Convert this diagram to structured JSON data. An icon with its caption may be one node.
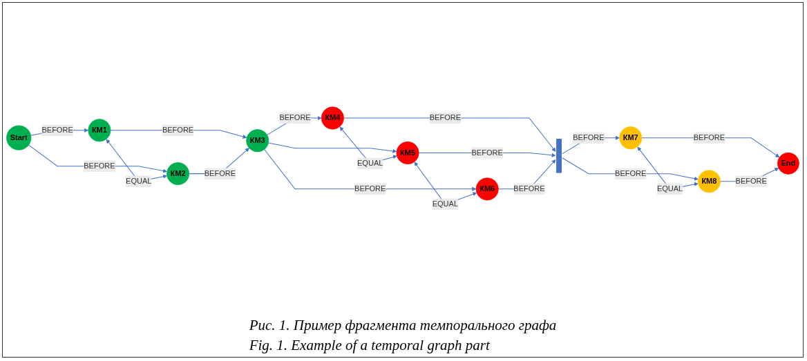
{
  "diagram": {
    "caption": "Рис. 1. Пример фрагмента темпорального графа",
    "nodes": [
      {
        "text": [
          "Start"
        ]
      },
      {
        "text": [
          "КМ1"
        ]
      },
      {
        "text": [
          "КМ2"
        ]
      },
      {
        "text": [
          "КМ3"
        ]
      },
      {
        "text": [
          "КМ4"
        ]
      },
      {
        "text": [
          "КМ5"
        ]
      },
      {
        "text": [
          "КМ6"
        ]
      },
      {
        "text": [],
        "shape": "bar"
      },
      {
        "text": [
          "КМ7"
        ]
      },
      {
        "text": [
          "КМ8"
        ]
      },
      {
        "text": [
          "End"
        ]
      }
    ],
    "edges": [
      {
        "from": 0,
        "to": 1,
        "arrow": "to",
        "label": "BEFORE"
      },
      {
        "from": 0,
        "to": 2,
        "arrow": "to",
        "label": "BEFORE"
      },
      {
        "from": 1,
        "to": 2,
        "arrow": "both",
        "label": "EQUAL"
      },
      {
        "from": 1,
        "to": 3,
        "arrow": "to",
        "label": "BEFORE"
      },
      {
        "from": 2,
        "to": 3,
        "arrow": "to",
        "label": "BEFORE"
      },
      {
        "from": 3,
        "to": 4,
        "arrow": "to",
        "label": "BEFORE"
      },
      {
        "from": 3,
        "to": 5,
        "arrow": "to"
      },
      {
        "from": 3,
        "to": 6,
        "arrow": "to",
        "label": "BEFORE"
      },
      {
        "from": 4,
        "to": 5,
        "arrow": "both",
        "label": "EQUAL"
      },
      {
        "from": 5,
        "to": 6,
        "arrow": "both",
        "label": "EQUAL"
      },
      {
        "from": 4,
        "to": 7,
        "arrow": "to",
        "label": "BEFORE"
      },
      {
        "from": 5,
        "to": 7,
        "arrow": "to",
        "label": "BEFORE"
      },
      {
        "from": 6,
        "to": 7,
        "arrow": "to",
        "label": "BEFORE"
      },
      {
        "from": 7,
        "to": 8,
        "arrow": "to",
        "label": "BEFORE"
      },
      {
        "from": 7,
        "to": 9,
        "arrow": "to",
        "label": "BEFORE"
      },
      {
        "from": 8,
        "to": 9,
        "arrow": "both",
        "label": "EQUAL"
      },
      {
        "from": 8,
        "to": 10,
        "arrow": "to",
        "label": "BEFORE"
      },
      {
        "from": 9,
        "to": 10,
        "arrow": "to",
        "label": "BEFORE"
      }
    ],
    "labels": [
      "Fig. 1. Example of a temporal graph part"
    ]
  }
}
